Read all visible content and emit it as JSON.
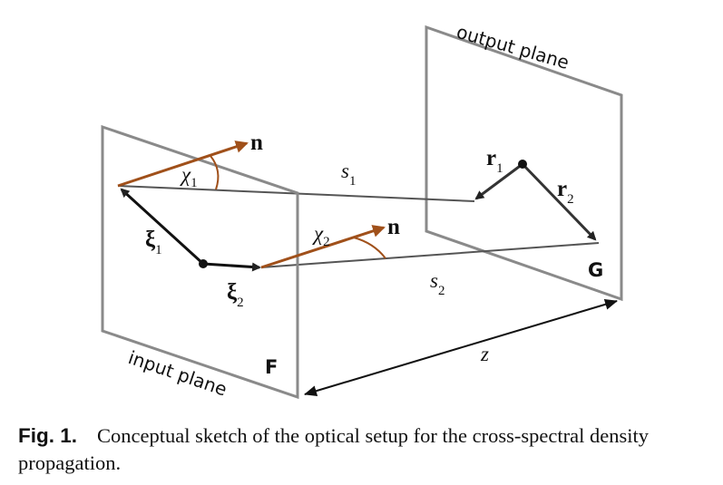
{
  "diagram": {
    "input_plane_label": "input plane",
    "output_plane_label": "output plane",
    "input_plane_letter": "F",
    "output_plane_letter": "G",
    "n1_label": "n",
    "n2_label": "n",
    "chi1": {
      "symbol": "χ",
      "sub": "1"
    },
    "chi2": {
      "symbol": "χ",
      "sub": "2"
    },
    "xi1": {
      "symbol": "ξ",
      "sub": "1"
    },
    "xi2": {
      "symbol": "ξ",
      "sub": "2"
    },
    "s1": {
      "symbol": "s",
      "sub": "1"
    },
    "s2": {
      "symbol": "s",
      "sub": "2"
    },
    "r1": {
      "symbol": "r",
      "sub": "1"
    },
    "r2": {
      "symbol": "r",
      "sub": "2"
    },
    "z_label": "z",
    "colors": {
      "plane": "#8a8a8a",
      "vector": "#222222",
      "normal": "#a0501a",
      "rays": "#555555"
    }
  },
  "caption": {
    "label": "Fig. 1.",
    "text": "Conceptual sketch of the optical setup for the cross-spectral density propagation."
  }
}
